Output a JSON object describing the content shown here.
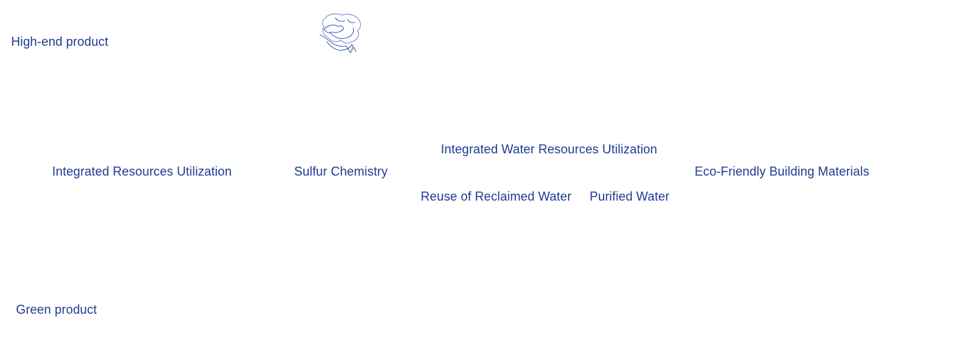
{
  "diagram": {
    "top_label": "High-end product",
    "bottom_label": "Green product",
    "nodes": [
      {
        "id": "integrated_resources",
        "label": "Integrated Resources Utilization"
      },
      {
        "id": "sulfur",
        "label": "Sulfur Chemistry"
      },
      {
        "id": "integrated_water",
        "label": "Integrated Water Resources Utilization"
      },
      {
        "id": "reuse",
        "label": "Reuse of Reclaimed Water"
      },
      {
        "id": "purified",
        "label": "Purified Water"
      },
      {
        "id": "eco",
        "label": "Eco-Friendly Building Materials"
      }
    ]
  },
  "icons": {
    "decorative": "hand-with-leaf-icon"
  },
  "colors": {
    "text": "#1f3a93",
    "icon_stroke": "#2c4aa8",
    "background": "#ffffff"
  }
}
